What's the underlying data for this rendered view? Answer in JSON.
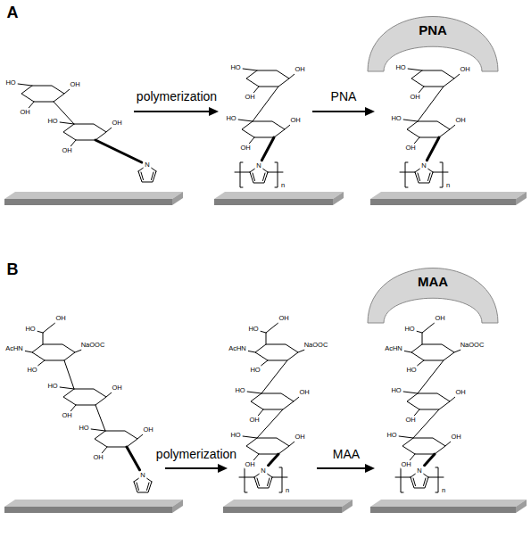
{
  "diagram": {
    "nodes": [
      {
        "text": [
          "PNA"
        ]
      },
      {
        "text": [
          "MAA"
        ]
      }
    ],
    "labels": [
      "A",
      "polymerization",
      "PNA",
      "B",
      "polymerization",
      "MAA",
      "HO",
      "OH",
      "OH",
      "HO",
      "OH",
      "OH",
      "N",
      "HO",
      "OH",
      "OH",
      "HO",
      "OH",
      "OH",
      "N",
      "n",
      "HO",
      "OH",
      "OH",
      "HO",
      "OH",
      "OH",
      "N",
      "n",
      "OH",
      "HO",
      "AcHN",
      "HO",
      "NaOOC",
      "HO",
      "OH",
      "OH",
      "HO",
      "OH",
      "OH",
      "N",
      "OH",
      "HO",
      "AcHN",
      "HO",
      "NaOOC",
      "HO",
      "OH",
      "OH",
      "HO",
      "OH",
      "OH",
      "N",
      "n",
      "OH",
      "HO",
      "AcHN",
      "HO",
      "NaOOC",
      "HO",
      "OH",
      "OH",
      "HO",
      "OH",
      "OH",
      "N",
      "n"
    ]
  }
}
